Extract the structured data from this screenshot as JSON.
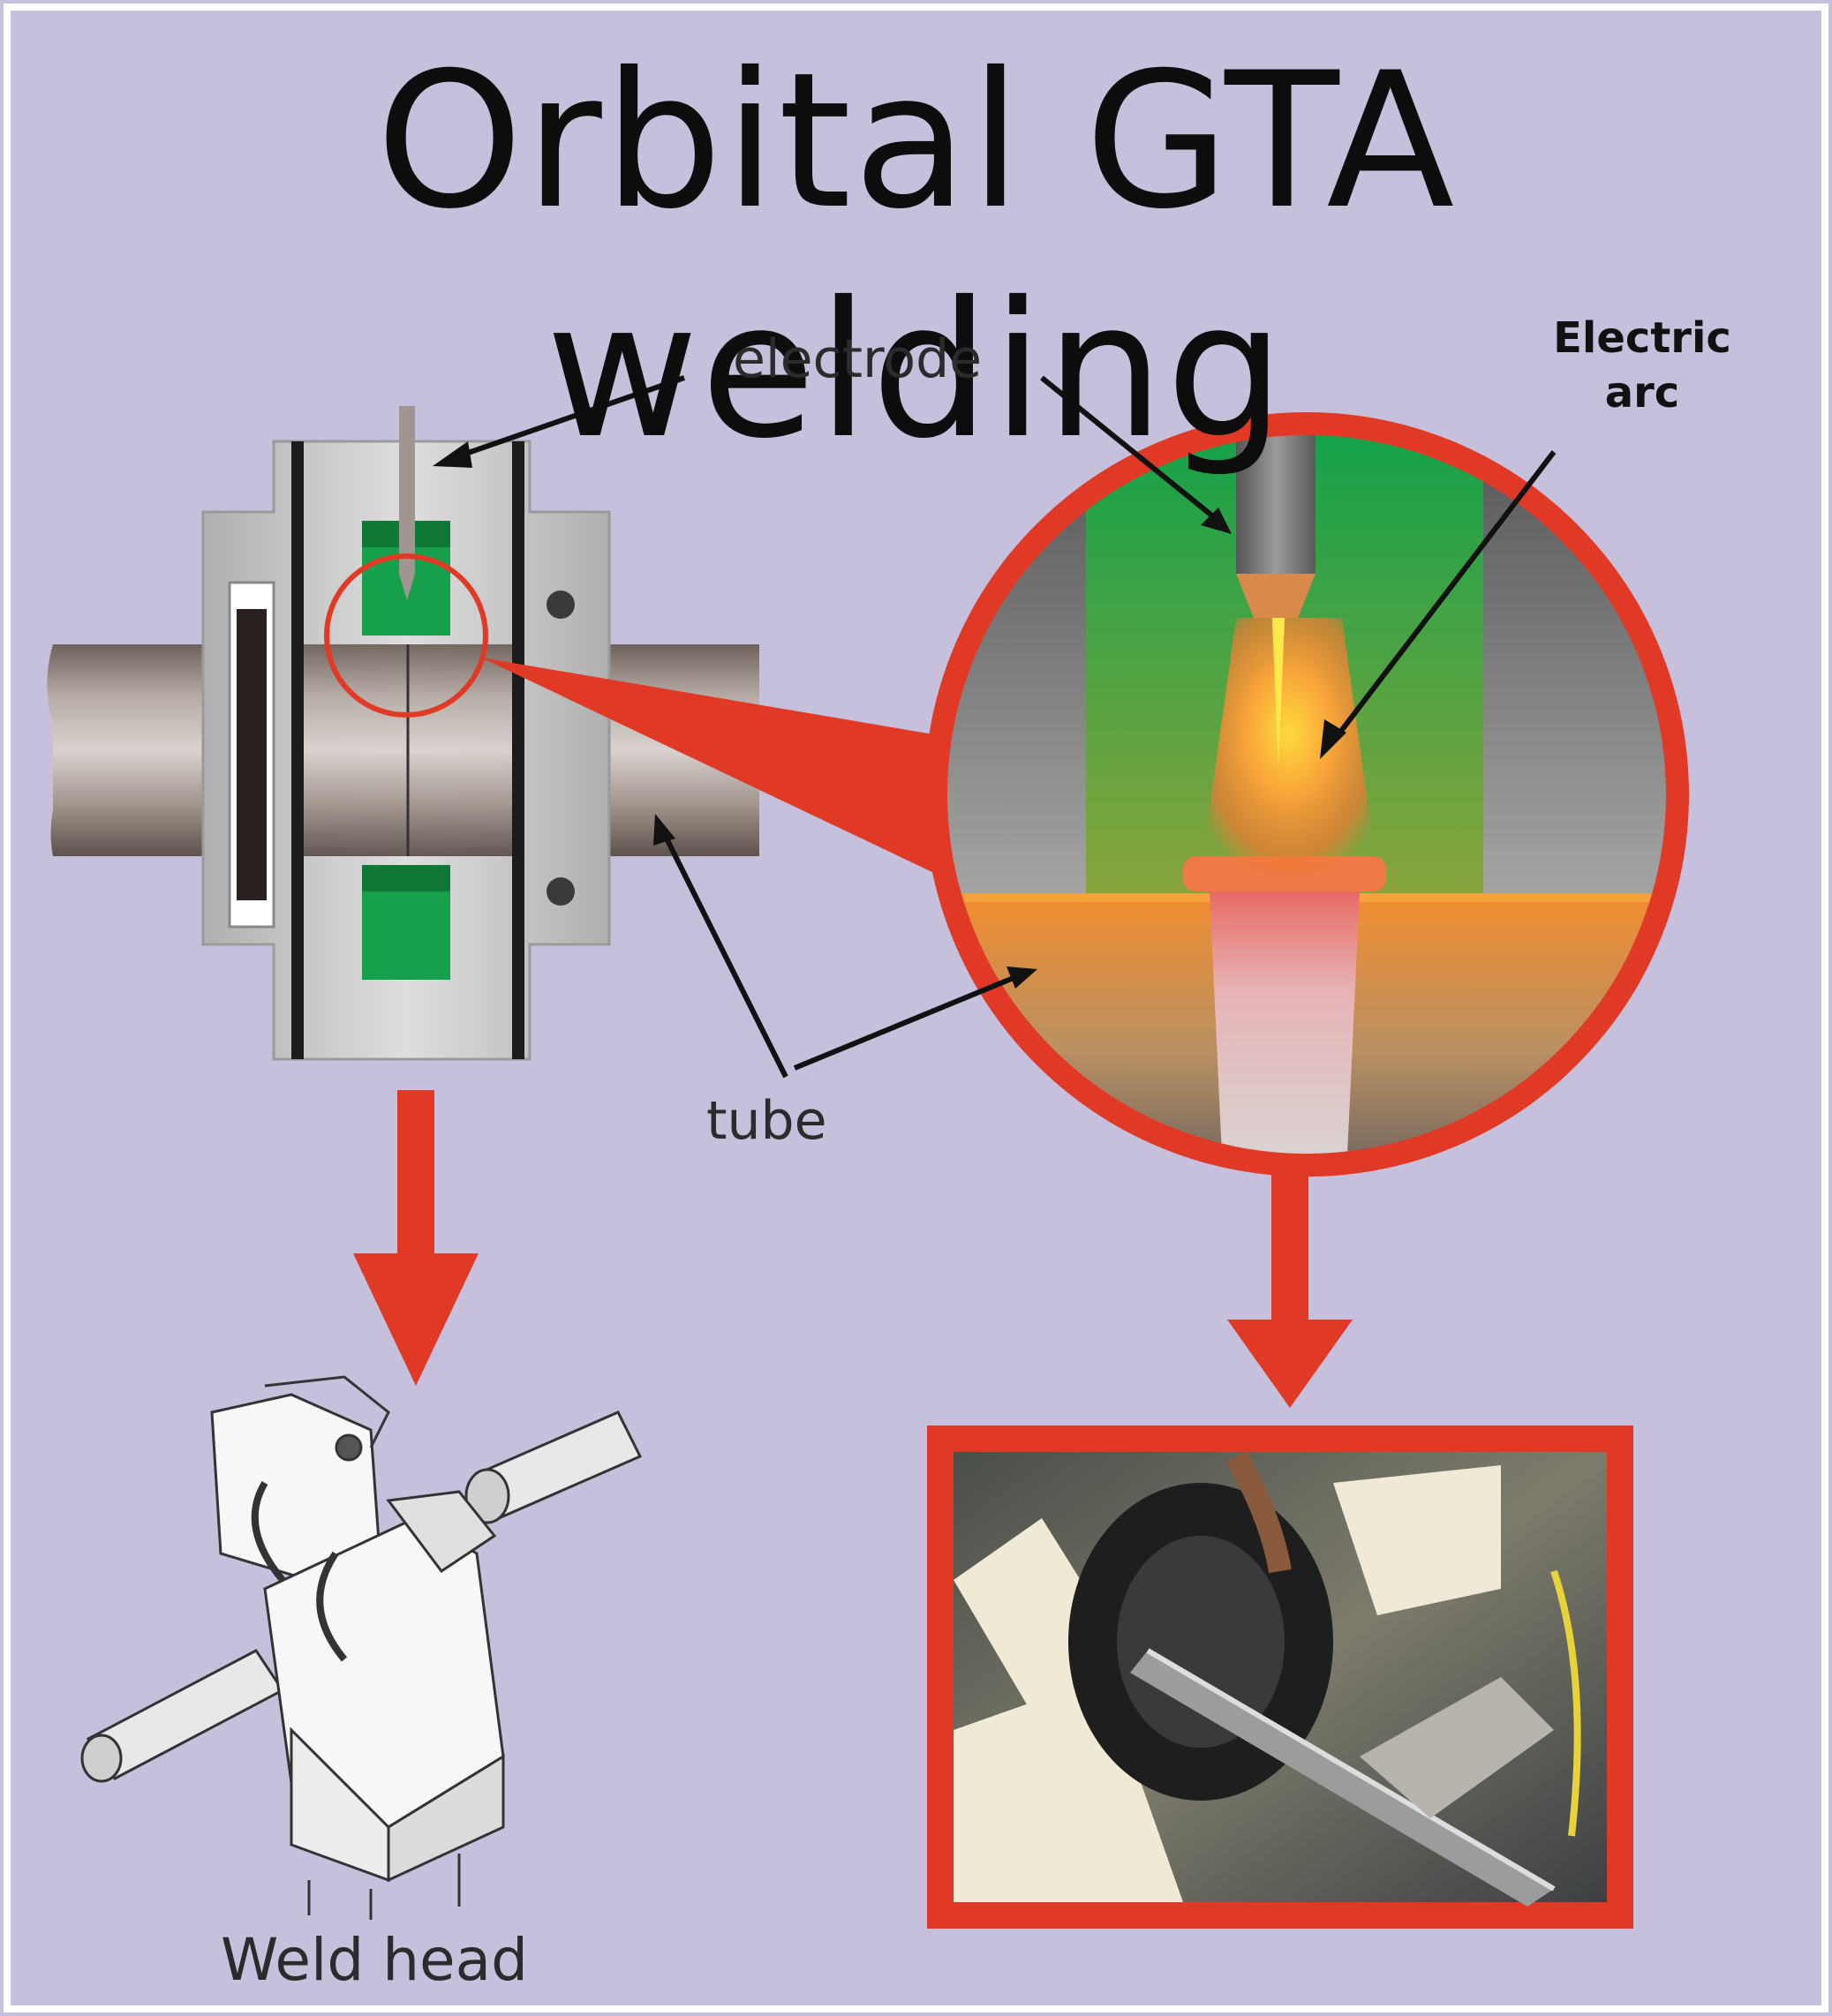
{
  "title": "Orbital GTA welding",
  "labels": {
    "electrode": "electrode",
    "electric_arc": "Electric arc",
    "tube": "tube",
    "weld_head": "Weld head"
  },
  "colors": {
    "background": "#c6c0dd",
    "accent_red": "#e03a26",
    "electrode_holder_green": "#1f9e4f",
    "clamp_gray": "#c9c9c9",
    "tube_brown": "#9e8f86",
    "arc_orange": "#f3a83a"
  }
}
